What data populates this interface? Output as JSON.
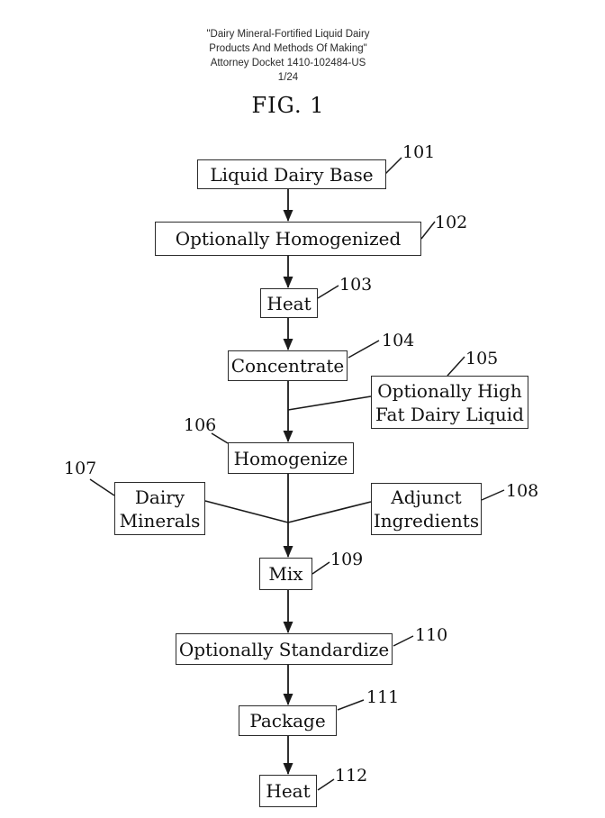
{
  "header": {
    "line1": "\"Dairy Mineral-Fortified Liquid Dairy",
    "line2": "Products And Methods Of Making\"",
    "line3": "Attorney Docket 1410-102484-US",
    "line4": "1/24"
  },
  "figure": {
    "label": "FIG. 1"
  },
  "flowchart": {
    "type": "flowchart",
    "colors": {
      "line": "#1a1a1a",
      "box_border": "#2b2b2b",
      "text": "#111111",
      "background": "#ffffff"
    },
    "nodes": [
      {
        "ref": "101",
        "label": "Liquid Dairy Base"
      },
      {
        "ref": "102",
        "label": "Optionally Homogenized"
      },
      {
        "ref": "103",
        "label": "Heat"
      },
      {
        "ref": "104",
        "label": "Concentrate"
      },
      {
        "ref": "105",
        "label": "Optionally High\nFat Dairy Liquid"
      },
      {
        "ref": "106",
        "label": "Homogenize"
      },
      {
        "ref": "107",
        "label": "Dairy\nMinerals"
      },
      {
        "ref": "108",
        "label": "Adjunct\nIngredients"
      },
      {
        "ref": "109",
        "label": "Mix"
      },
      {
        "ref": "110",
        "label": "Optionally Standardize"
      },
      {
        "ref": "111",
        "label": "Package"
      },
      {
        "ref": "112",
        "label": "Heat"
      }
    ]
  }
}
